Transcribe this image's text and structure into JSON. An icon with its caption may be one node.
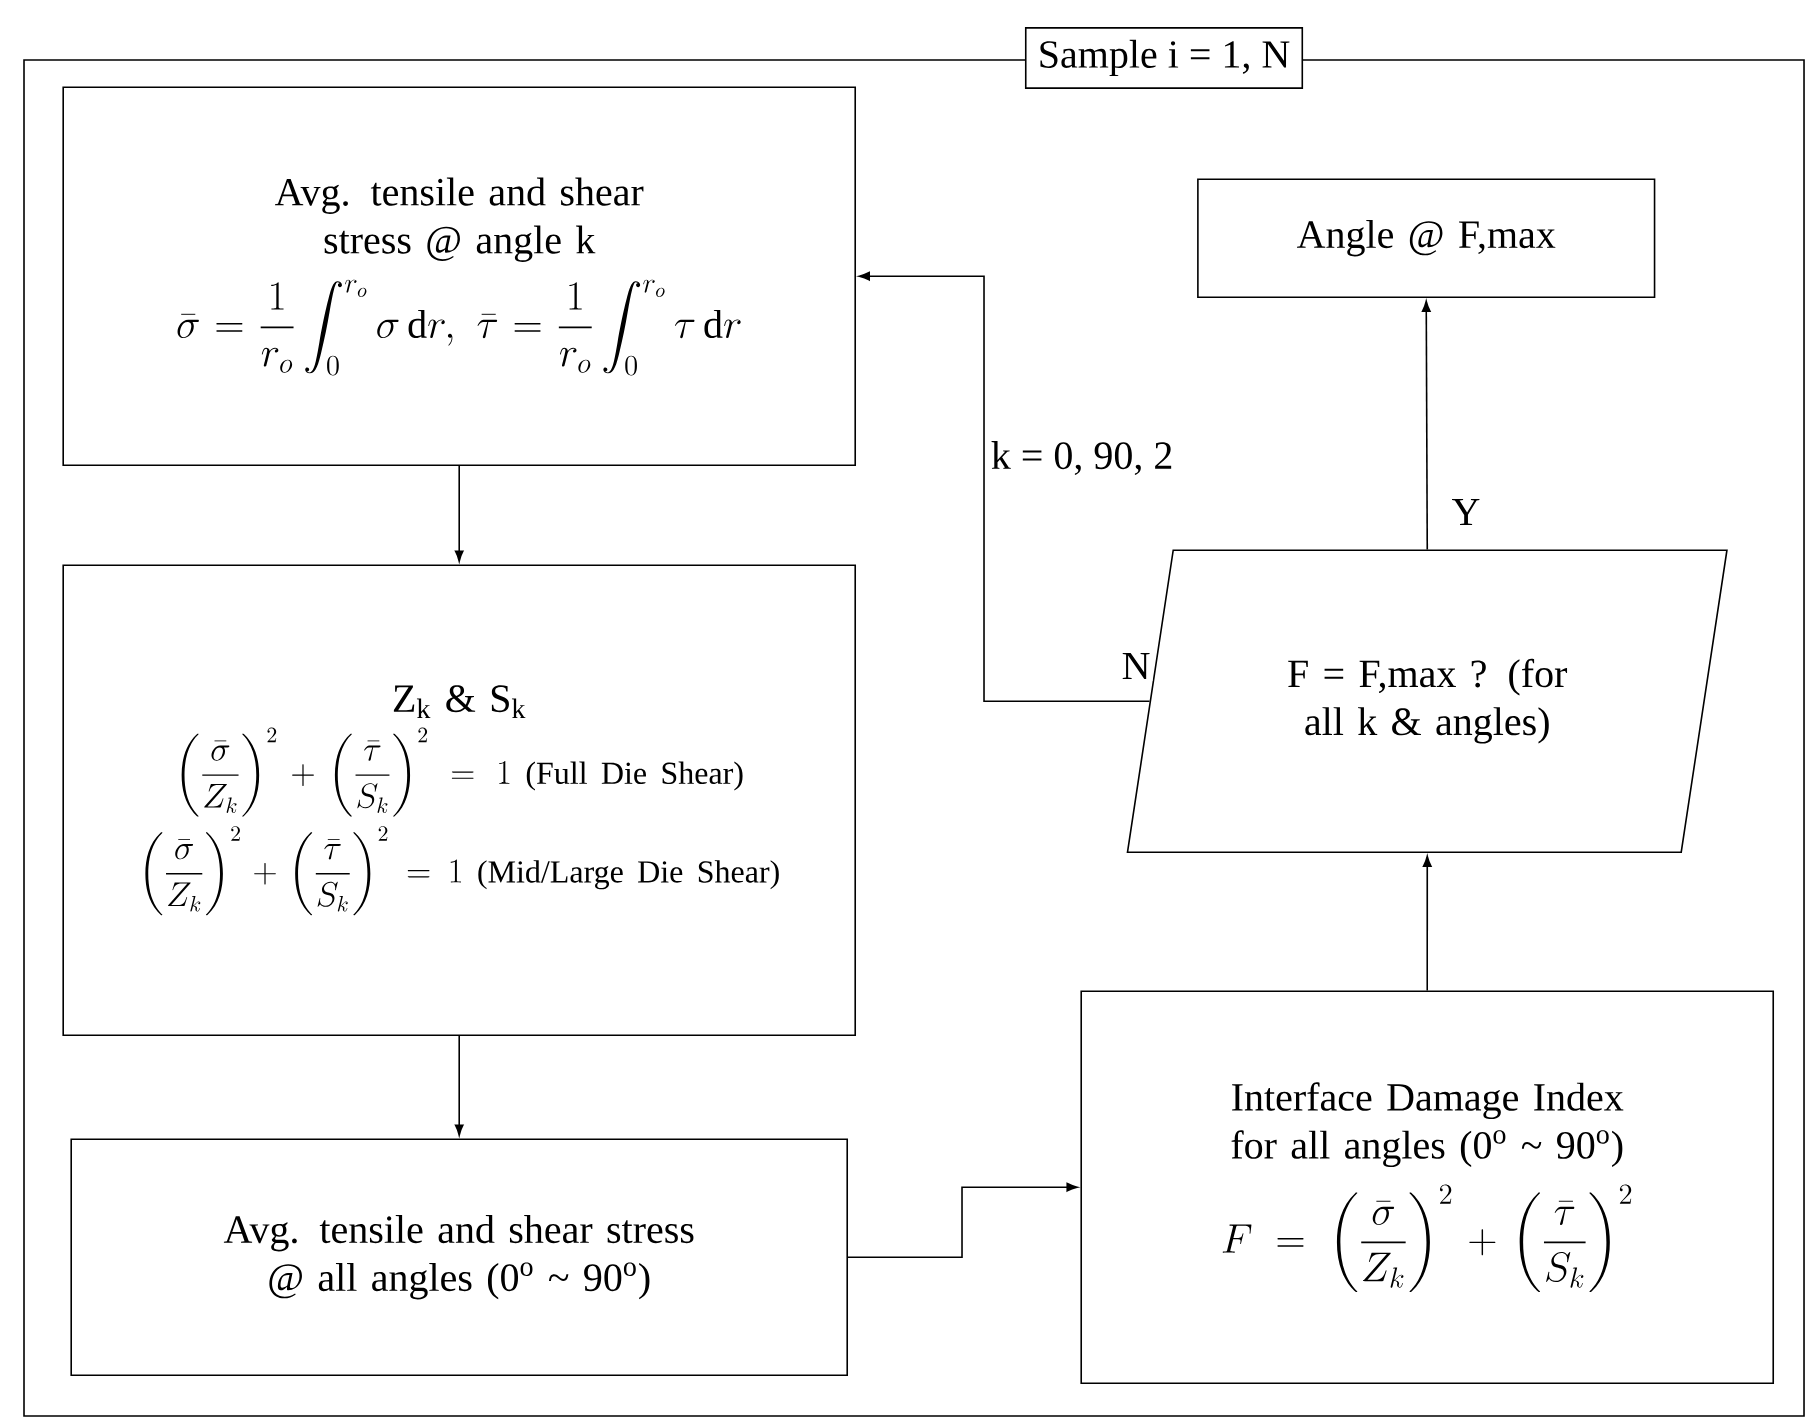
{
  "diagram": {
    "nodes": [
      {
        "text": [
          "Sample i = 1, N"
        ]
      },
      {
        "text": [
          "Avg. tensile and shear stress @ angle k",
          "\\bar{\\sigma} = \\frac{1}{r_o}\\int_0^{r_o} \\sigma\\, \\mathrm{d}r,\\; \\bar{\\tau} = \\frac{1}{r_o}\\int_0^{r_o} \\tau\\, \\mathrm{d}r"
        ],
        "in": 0
      },
      {
        "text": [
          "Z$_{k}$ & S$_{k}$",
          "\\left(\\frac{\\bar{\\sigma}}{Z_k}\\right)^2 + \\left(\\frac{\\bar{\\tau}}{S_k}\\right)^2 = 1 \\text{ (Full Die Shear)}",
          "\\left(\\frac{\\bar{\\sigma}}{Z_k}\\right)^2 + \\left(\\frac{\\bar{\\tau}}{S_k}\\right)^2 = 1 \\text{ (Mid/Large Die Shear)}"
        ],
        "in": 0
      },
      {
        "text": [
          "Avg. tensile and shear stress @ all angles (0$^{o}$ ~ 90$^{o}$)"
        ],
        "in": 0
      },
      {
        "text": [
          "Interface Damage Index for all angles (0$^{o}$ ~ 90$^{o}$)",
          "F = \\left(\\frac{\\bar{\\sigma}}{Z_k}\\right)^2 + \\left(\\frac{\\bar{\\tau}}{S_k}\\right)^2"
        ],
        "in": 0
      },
      {
        "text": [
          "F = F,max ? (for all k & angles)"
        ],
        "in": 0
      },
      {
        "text": [
          "Angle @ F,max"
        ],
        "in": 0
      }
    ],
    "edges": [
      {
        "from": 1,
        "to": 2,
        "arrow": "to"
      },
      {
        "from": 2,
        "to": 3,
        "arrow": "to"
      },
      {
        "from": 3,
        "to": 4,
        "arrow": "to"
      },
      {
        "from": 4,
        "to": 5,
        "arrow": "to"
      },
      {
        "from": 5,
        "to": 6,
        "arrow": "to",
        "label": "Y"
      },
      {
        "from": 5,
        "to": 1,
        "arrow": "to",
        "label": "N"
      }
    ],
    "labels": [
      "k = 0, 90, 2"
    ]
  }
}
